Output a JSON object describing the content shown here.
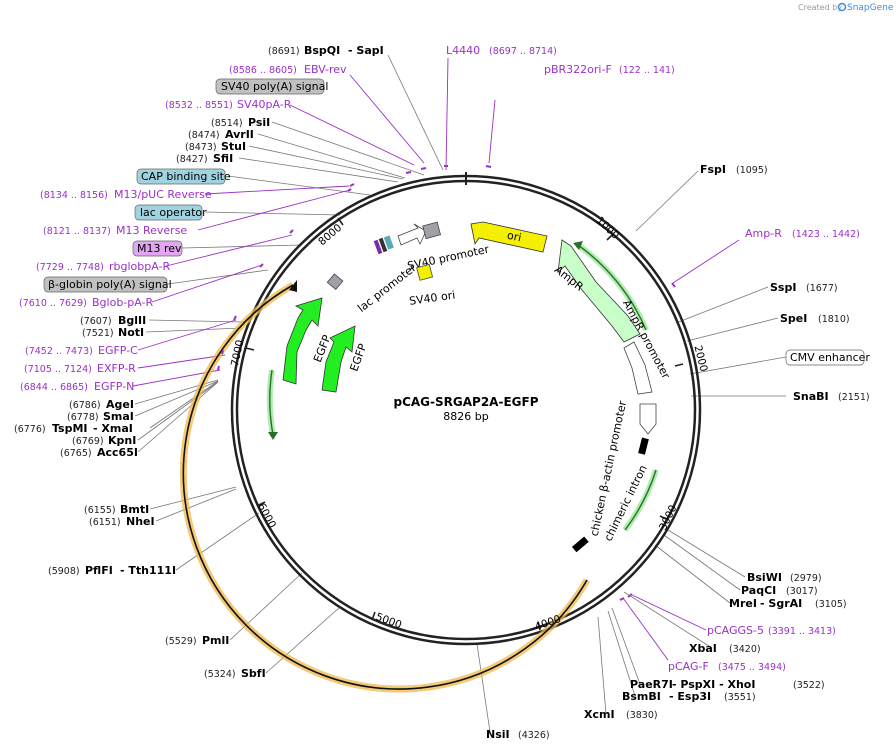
{
  "credit": {
    "prefix": "Created by",
    "brand": "SnapGene"
  },
  "plasmid": {
    "name": "pCAG-SRGAP2A-EGFP",
    "size_label": "8826 bp"
  },
  "ticks": [
    "1000",
    "2000",
    "3000",
    "4000",
    "5000",
    "6000",
    "7000",
    "8000"
  ],
  "sites": [
    {
      "pos": "(8691)",
      "name": "BspQI",
      "extra": "- SapI"
    },
    {
      "pos": "(8514)",
      "name": "PsiI"
    },
    {
      "pos": "(8474)",
      "name": "AvrII"
    },
    {
      "pos": "(8473)",
      "name": "StuI"
    },
    {
      "pos": "(8427)",
      "name": "SfiI"
    },
    {
      "pos": "(7607)",
      "name": "BglII"
    },
    {
      "pos": "(7521)",
      "name": "NotI"
    },
    {
      "pos": "(6786)",
      "name": "AgeI"
    },
    {
      "pos": "(6778)",
      "name": "SmaI"
    },
    {
      "pos": "(6776)",
      "name": "TspMI",
      "extra": "- XmaI"
    },
    {
      "pos": "(6769)",
      "name": "KpnI"
    },
    {
      "pos": "(6765)",
      "name": "Acc65I"
    },
    {
      "pos": "(6155)",
      "name": "BmtI"
    },
    {
      "pos": "(6151)",
      "name": "NheI"
    },
    {
      "pos": "(5908)",
      "name": "PflFI",
      "extra": "- Tth111I"
    },
    {
      "pos": "(5529)",
      "name": "PmlI"
    },
    {
      "pos": "(5324)",
      "name": "SbfI"
    },
    {
      "pos": "(1095)",
      "name": "FspI"
    },
    {
      "pos": "(1677)",
      "name": "SspI"
    },
    {
      "pos": "(1810)",
      "name": "SpeI"
    },
    {
      "pos": "(2151)",
      "name": "SnaBI"
    },
    {
      "pos": "(2979)",
      "name": "BsiWI"
    },
    {
      "pos": "(3017)",
      "name": "PaqCI"
    },
    {
      "pos": "(3105)",
      "name": "MreI",
      "extra": "- SgrAI"
    },
    {
      "pos": "(3420)",
      "name": "XbaI"
    },
    {
      "pos": "(3522)",
      "name": "PaeR7I",
      "extra": "- PspXI   - XhoI"
    },
    {
      "pos": "(3551)",
      "name": "BsmBI",
      "extra": "- Esp3I"
    },
    {
      "pos": "(3830)",
      "name": "XcmI"
    },
    {
      "pos": "(4326)",
      "name": "NsiI"
    }
  ],
  "primers": [
    {
      "range": "(8586 .. 8605)",
      "name": "EBV-rev"
    },
    {
      "range": "(8532 .. 8551)",
      "name": "SV40pA-R"
    },
    {
      "range": "(8134 .. 8156)",
      "name": "M13/pUC Reverse"
    },
    {
      "range": "(8121 .. 8137)",
      "name": "M13 Reverse"
    },
    {
      "range": "(7729 .. 7748)",
      "name": "rbglobpA-R"
    },
    {
      "range": "(7610 .. 7629)",
      "name": "Bglob-pA-R"
    },
    {
      "range": "(7452 .. 7473)",
      "name": "EGFP-C"
    },
    {
      "range": "(7105 .. 7124)",
      "name": "EXFP-R"
    },
    {
      "range": "(6844 .. 6865)",
      "name": "EGFP-N"
    },
    {
      "range": "(8697 .. 8714)",
      "name": "L4440"
    },
    {
      "range": "(122 .. 141)",
      "name": "pBR322ori-F"
    },
    {
      "range": "(1423 .. 1442)",
      "name": "Amp-R"
    },
    {
      "range": "(3391 .. 3413)",
      "name": "pCAGGS-5"
    },
    {
      "range": "(3475 .. 3494)",
      "name": "pCAG-F"
    }
  ],
  "boxed_labels": [
    {
      "name": "SV40 poly(A) signal",
      "color": "#c0c0c0"
    },
    {
      "name": "CAP binding site",
      "color": "#9fd3df"
    },
    {
      "name": "lac operator",
      "color": "#9fd3df"
    },
    {
      "name": "M13 rev",
      "color": "#e0a6f0"
    },
    {
      "name": "β-globin poly(A) signal",
      "color": "#c0c0c0"
    },
    {
      "name": "CMV enhancer",
      "color": "#ffffff"
    }
  ],
  "features": [
    {
      "name": "ori",
      "color": "#f5f000"
    },
    {
      "name": "AmpR",
      "color": "#c8ffc8"
    },
    {
      "name": "AmpR promoter",
      "color": "#ffffff"
    },
    {
      "name": "chicken β-actin promoter",
      "color": "#ffffff"
    },
    {
      "name": "chimeric intron",
      "color": "#ffffff"
    },
    {
      "name": "EGFP",
      "color": "#22ee22"
    },
    {
      "name": "EGFP",
      "color": "#22ee22"
    },
    {
      "name": "SV40 promoter",
      "color": "#ffffff"
    },
    {
      "name": "SV40 ori",
      "color": "#f5f000"
    },
    {
      "name": "lac promoter",
      "color": "#ffffff"
    }
  ],
  "colors": {
    "primer": "#9b30c8",
    "orf": "#f0b848",
    "backbone": "#222222"
  }
}
